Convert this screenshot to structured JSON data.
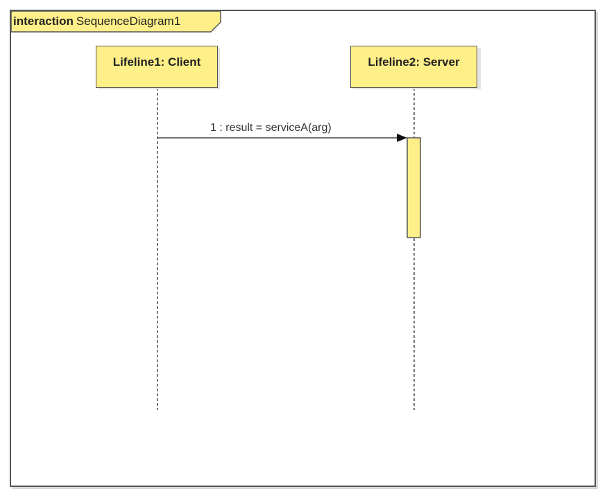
{
  "colors": {
    "fill": "#ffef88",
    "stroke": "#555555"
  },
  "frame": {
    "keyword": "interaction",
    "name": "SequenceDiagram1"
  },
  "lifelines": [
    {
      "label": "Lifeline1: Client"
    },
    {
      "label": "Lifeline2: Server"
    }
  ],
  "messages": [
    {
      "label": "1 : result = serviceA(arg)"
    }
  ]
}
